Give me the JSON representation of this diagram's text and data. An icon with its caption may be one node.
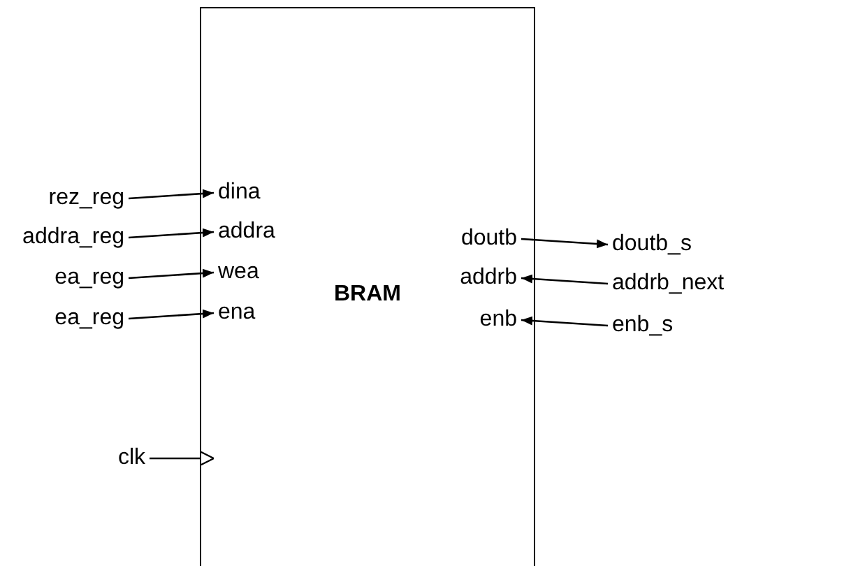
{
  "diagram": {
    "nodes": [
      {
        "text": [
          "BRAM"
        ]
      },
      {
        "text": [
          "dina"
        ],
        "in": 0
      },
      {
        "text": [
          "addra"
        ],
        "in": 0
      },
      {
        "text": [
          "wea"
        ],
        "in": 0
      },
      {
        "text": [
          "ena"
        ],
        "in": 0
      },
      {
        "text": [
          "doutb"
        ],
        "in": 0
      },
      {
        "text": [
          "addrb"
        ],
        "in": 0
      },
      {
        "text": [
          "enb"
        ],
        "in": 0
      },
      {
        "text": [
          "rez_reg"
        ]
      },
      {
        "text": [
          "addra_reg"
        ]
      },
      {
        "text": [
          "ea_reg"
        ]
      },
      {
        "text": [
          "ea_reg"
        ]
      },
      {
        "text": [
          "clk"
        ]
      },
      {
        "text": [
          "doutb_s"
        ]
      },
      {
        "text": [
          "addrb_next"
        ]
      },
      {
        "text": [
          "enb_s"
        ]
      }
    ],
    "edges": [
      {
        "from": 8,
        "to": 1,
        "arrow": "to"
      },
      {
        "from": 9,
        "to": 2,
        "arrow": "to"
      },
      {
        "from": 10,
        "to": 3,
        "arrow": "to"
      },
      {
        "from": 11,
        "to": 4,
        "arrow": "to"
      },
      {
        "from": 12,
        "to": 0,
        "arrow": "to"
      },
      {
        "from": 5,
        "to": 13,
        "arrow": "to"
      },
      {
        "from": 14,
        "to": 6,
        "arrow": "to"
      },
      {
        "from": 15,
        "to": 7,
        "arrow": "to"
      }
    ]
  }
}
